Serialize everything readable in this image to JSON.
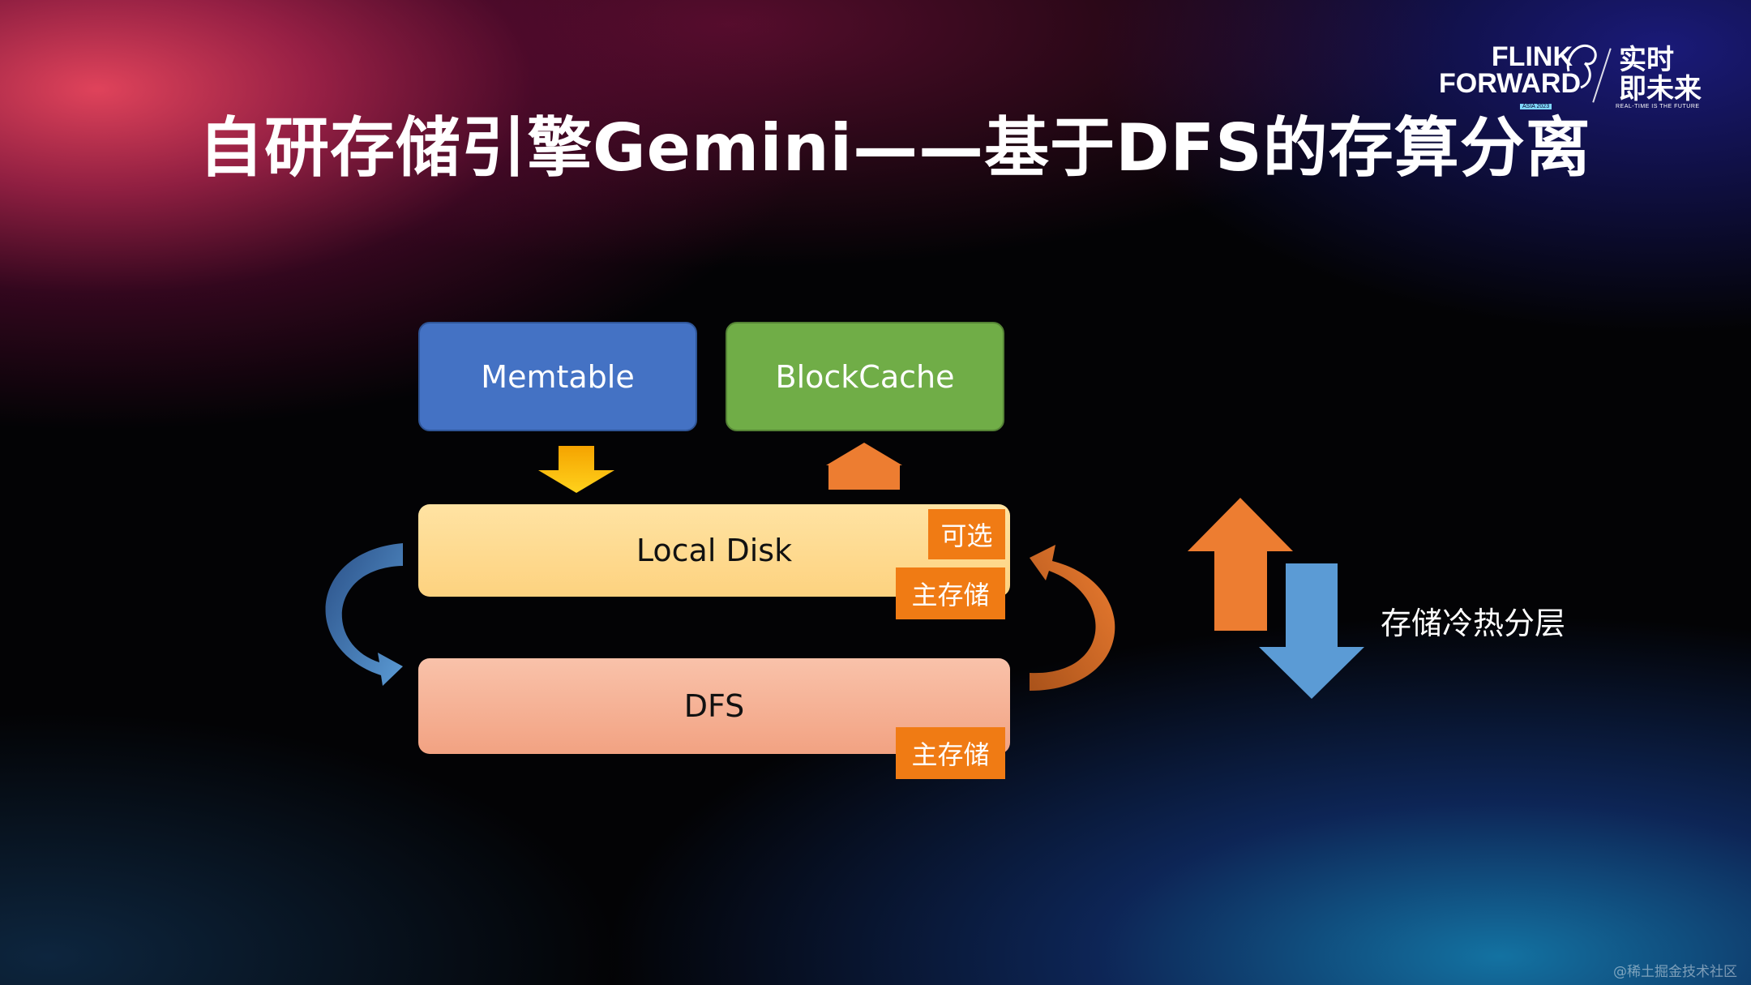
{
  "title": "自研存储引擎Gemini——基于DFS的存算分离",
  "logo": {
    "line1": "FLINK",
    "line2": "FORWARD",
    "badge": "ASIA 2023",
    "cn_line1": "实时",
    "cn_line2": "即未来",
    "tagline": "REAL-TIME IS THE FUTURE"
  },
  "diagram": {
    "memtable": "Memtable",
    "blockcache": "BlockCache",
    "local_disk": "Local Disk",
    "dfs": "DFS",
    "tag_optional": "可选",
    "tag_primary_local": "主存储",
    "tag_primary_dfs": "主存储",
    "side_label": "存储冷热分层"
  },
  "colors": {
    "memtable": "#4472c4",
    "blockcache": "#70ad47",
    "local_disk": "#fdd27f",
    "dfs": "#f2a282",
    "tag": "#f07b14",
    "arrow_yellow": "#ffc000",
    "arrow_orange": "#ed7d31",
    "arrow_blue": "#5b9bd5"
  },
  "watermark": "@稀土掘金技术社区"
}
